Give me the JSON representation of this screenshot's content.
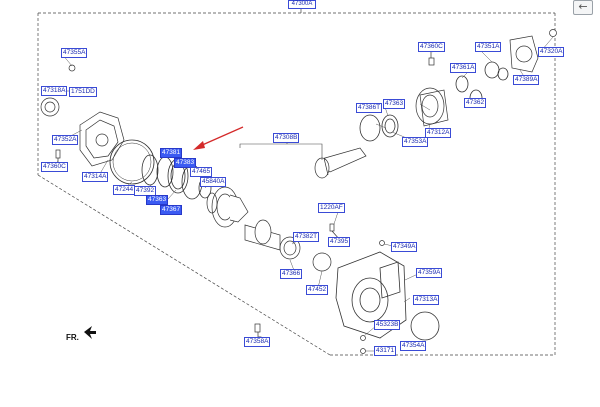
{
  "title_code": "47300A",
  "back_button_symbol": "←",
  "direction_label": "FR.",
  "accent_color": "#3b5bf2",
  "arrow_color": "#d42a2a",
  "labels": [
    {
      "id": "47355A",
      "highlight": false
    },
    {
      "id": "47318A",
      "highlight": false
    },
    {
      "id": "1751DD",
      "highlight": false
    },
    {
      "id": "47352A",
      "highlight": false
    },
    {
      "id": "47360C",
      "highlight": false
    },
    {
      "id": "47314A",
      "highlight": false
    },
    {
      "id": "47244",
      "highlight": false
    },
    {
      "id": "47392",
      "highlight": false
    },
    {
      "id": "47381",
      "highlight": true
    },
    {
      "id": "47383",
      "highlight": true
    },
    {
      "id": "47363",
      "highlight": true
    },
    {
      "id": "47367",
      "highlight": true
    },
    {
      "id": "47465",
      "highlight": false
    },
    {
      "id": "45840A",
      "highlight": false
    },
    {
      "id": "47308B",
      "highlight": false
    },
    {
      "id": "1220AF",
      "highlight": false
    },
    {
      "id": "47382T",
      "highlight": false
    },
    {
      "id": "47395",
      "highlight": false
    },
    {
      "id": "47366",
      "highlight": false
    },
    {
      "id": "47452",
      "highlight": false
    },
    {
      "id": "47349A",
      "highlight": false
    },
    {
      "id": "47359A",
      "highlight": false
    },
    {
      "id": "47313A",
      "highlight": false
    },
    {
      "id": "45323B",
      "highlight": false
    },
    {
      "id": "43171",
      "highlight": false
    },
    {
      "id": "47354A",
      "highlight": false
    },
    {
      "id": "47358A",
      "highlight": false
    },
    {
      "id": "47360C",
      "highlight": false
    },
    {
      "id": "47351A",
      "highlight": false
    },
    {
      "id": "47320A",
      "highlight": false
    },
    {
      "id": "47361A",
      "highlight": false
    },
    {
      "id": "47389A",
      "highlight": false
    },
    {
      "id": "47386T",
      "highlight": false
    },
    {
      "id": "47363",
      "highlight": false
    },
    {
      "id": "47362",
      "highlight": false
    },
    {
      "id": "47312A",
      "highlight": false
    },
    {
      "id": "47353A",
      "highlight": false
    }
  ]
}
